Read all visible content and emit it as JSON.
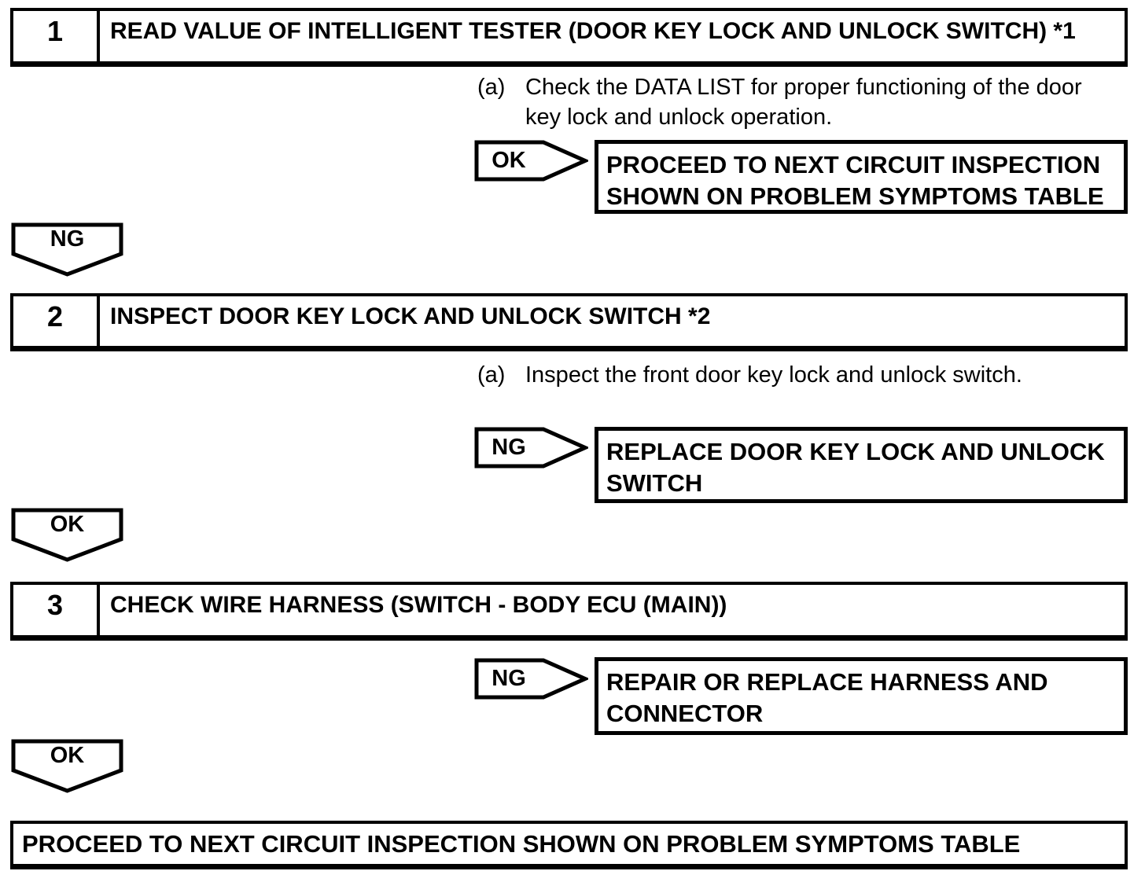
{
  "colors": {
    "ink": "#000000",
    "background": "#ffffff"
  },
  "steps": [
    {
      "number": "1",
      "title": "READ VALUE OF INTELLIGENT TESTER (DOOR KEY LOCK AND UNLOCK SWITCH) *1",
      "substep": {
        "label": "(a)",
        "lines": [
          "Check the DATA LIST for proper functioning of the door",
          "key lock and unlock operation."
        ]
      },
      "branch": {
        "label": "OK",
        "result_lines": [
          "PROCEED TO NEXT CIRCUIT INSPECTION",
          "SHOWN ON PROBLEM SYMPTOMS TABLE"
        ]
      },
      "continue_label": "NG"
    },
    {
      "number": "2",
      "title": "INSPECT DOOR KEY LOCK AND UNLOCK SWITCH *2",
      "substep": {
        "label": "(a)",
        "lines": [
          "Inspect the front door key lock and unlock switch."
        ]
      },
      "branch": {
        "label": "NG",
        "result_lines": [
          "REPLACE DOOR KEY LOCK AND UNLOCK",
          "SWITCH"
        ]
      },
      "continue_label": "OK"
    },
    {
      "number": "3",
      "title": "CHECK WIRE HARNESS (SWITCH - BODY ECU (MAIN))",
      "branch": {
        "label": "NG",
        "result_lines": [
          "REPAIR OR REPLACE HARNESS AND",
          "CONNECTOR"
        ]
      },
      "continue_label": "OK"
    }
  ],
  "final_box": {
    "text": "PROCEED TO NEXT CIRCUIT INSPECTION SHOWN ON PROBLEM SYMPTOMS TABLE"
  }
}
